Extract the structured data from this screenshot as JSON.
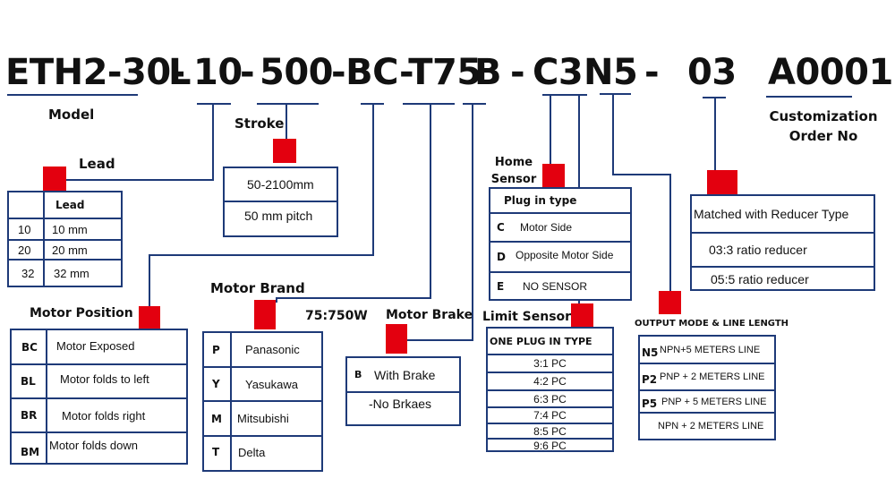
{
  "code": {
    "parts": [
      "ETH2-30-",
      "L",
      "10",
      "-",
      "500",
      "-BC",
      "-T75",
      "B",
      "-",
      "C3",
      "N5",
      "-",
      "03",
      "A0001"
    ]
  },
  "labels": {
    "model": "Model",
    "stroke": "Stroke",
    "lead": "Lead",
    "home_sensor_line1": "Home",
    "home_sensor_line2": "Sensor",
    "customization_line1": "Customization",
    "customization_line2": "Order No",
    "motor_position": "Motor Position",
    "motor_brand": "Motor Brand",
    "motor_power": "75:750W",
    "motor_brake": "Motor Brake",
    "limit_sensor": "Limit Sensor",
    "output_mode": "OUTPUT MODE & LINE LENGTH"
  },
  "lead_table": {
    "header": "Lead",
    "rows": [
      {
        "code": "10",
        "value": "10 mm"
      },
      {
        "code": "20",
        "value": "20 mm"
      },
      {
        "code": "32",
        "value": "32 mm"
      }
    ]
  },
  "stroke_table": {
    "rows": [
      "50-2100mm",
      "50 mm pitch"
    ]
  },
  "motor_position_table": {
    "rows": [
      {
        "code": "BC",
        "value": "Motor Exposed"
      },
      {
        "code": "BL",
        "value": "Motor folds to left"
      },
      {
        "code": "BR",
        "value": "Motor folds right"
      },
      {
        "code": "BM",
        "value": "Motor folds down"
      }
    ]
  },
  "motor_brand_table": {
    "rows": [
      {
        "code": "P",
        "value": "Panasonic"
      },
      {
        "code": "Y",
        "value": "Yasukawa"
      },
      {
        "code": "M",
        "value": "Mitsubishi"
      },
      {
        "code": "T",
        "value": "Delta"
      }
    ]
  },
  "motor_brake_table": {
    "rows": [
      {
        "code": "B",
        "value": "With Brake"
      },
      {
        "code": "",
        "value": "-No Brkaes"
      }
    ]
  },
  "home_sensor_table": {
    "header": "Plug in type",
    "rows": [
      {
        "code": "C",
        "value": "Motor Side"
      },
      {
        "code": "D",
        "value": "Opposite Motor Side"
      },
      {
        "code": "E",
        "value": "NO SENSOR"
      }
    ]
  },
  "limit_sensor_table": {
    "header": "ONE PLUG IN TYPE",
    "rows": [
      "3:1 PC",
      "4:2 PC",
      "6:3 PC",
      "7:4 PC",
      "8:5 PC",
      "9:6 PC"
    ]
  },
  "reducer_table": {
    "header": "Matched with Reducer Type",
    "rows": [
      "03:3 ratio reducer",
      "05:5 ratio reducer"
    ]
  },
  "output_table": {
    "rows": [
      {
        "code": "N5",
        "value": "NPN+5 METERS LINE"
      },
      {
        "code": "P2",
        "value": "PNP + 2 METERS LINE"
      },
      {
        "code": "P5",
        "value": "PNP + 5 METERS LINE"
      },
      {
        "code": "",
        "value": "NPN + 2 METERS LINE"
      }
    ]
  },
  "colors": {
    "line": "#1e3a78",
    "marker": "#e3000f",
    "text": "#111111"
  }
}
